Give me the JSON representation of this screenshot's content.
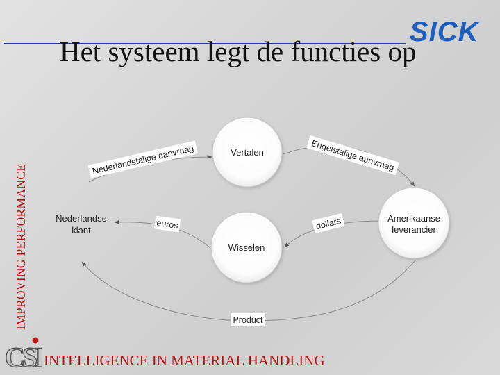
{
  "slide": {
    "title": "Het systeem legt de functies op",
    "side_tagline": "IMPROVING PERFORMANCE",
    "footer_tagline": "INTELLIGENCE IN MATERIAL HANDLING"
  },
  "logos": {
    "brand": "SICK",
    "csi": "CSI"
  },
  "diagram": {
    "nodes": {
      "translate": "Vertalen",
      "exchange": "Wisselen",
      "client_line1": "Nederlandse",
      "client_line2": "klant",
      "supplier_line1": "Amerikaanse",
      "supplier_line2": "leverancier"
    },
    "flows": {
      "dutch_request": "Nederlandstalige aanvraag",
      "english_request": "Engelstalige aanvraag",
      "euros": "euros",
      "dollars": "dollars",
      "product": "Product"
    }
  },
  "colors": {
    "title_rule": "#1f3f9a",
    "brand_blue": "#1f5fbf",
    "tagline_red": "#b01515"
  }
}
